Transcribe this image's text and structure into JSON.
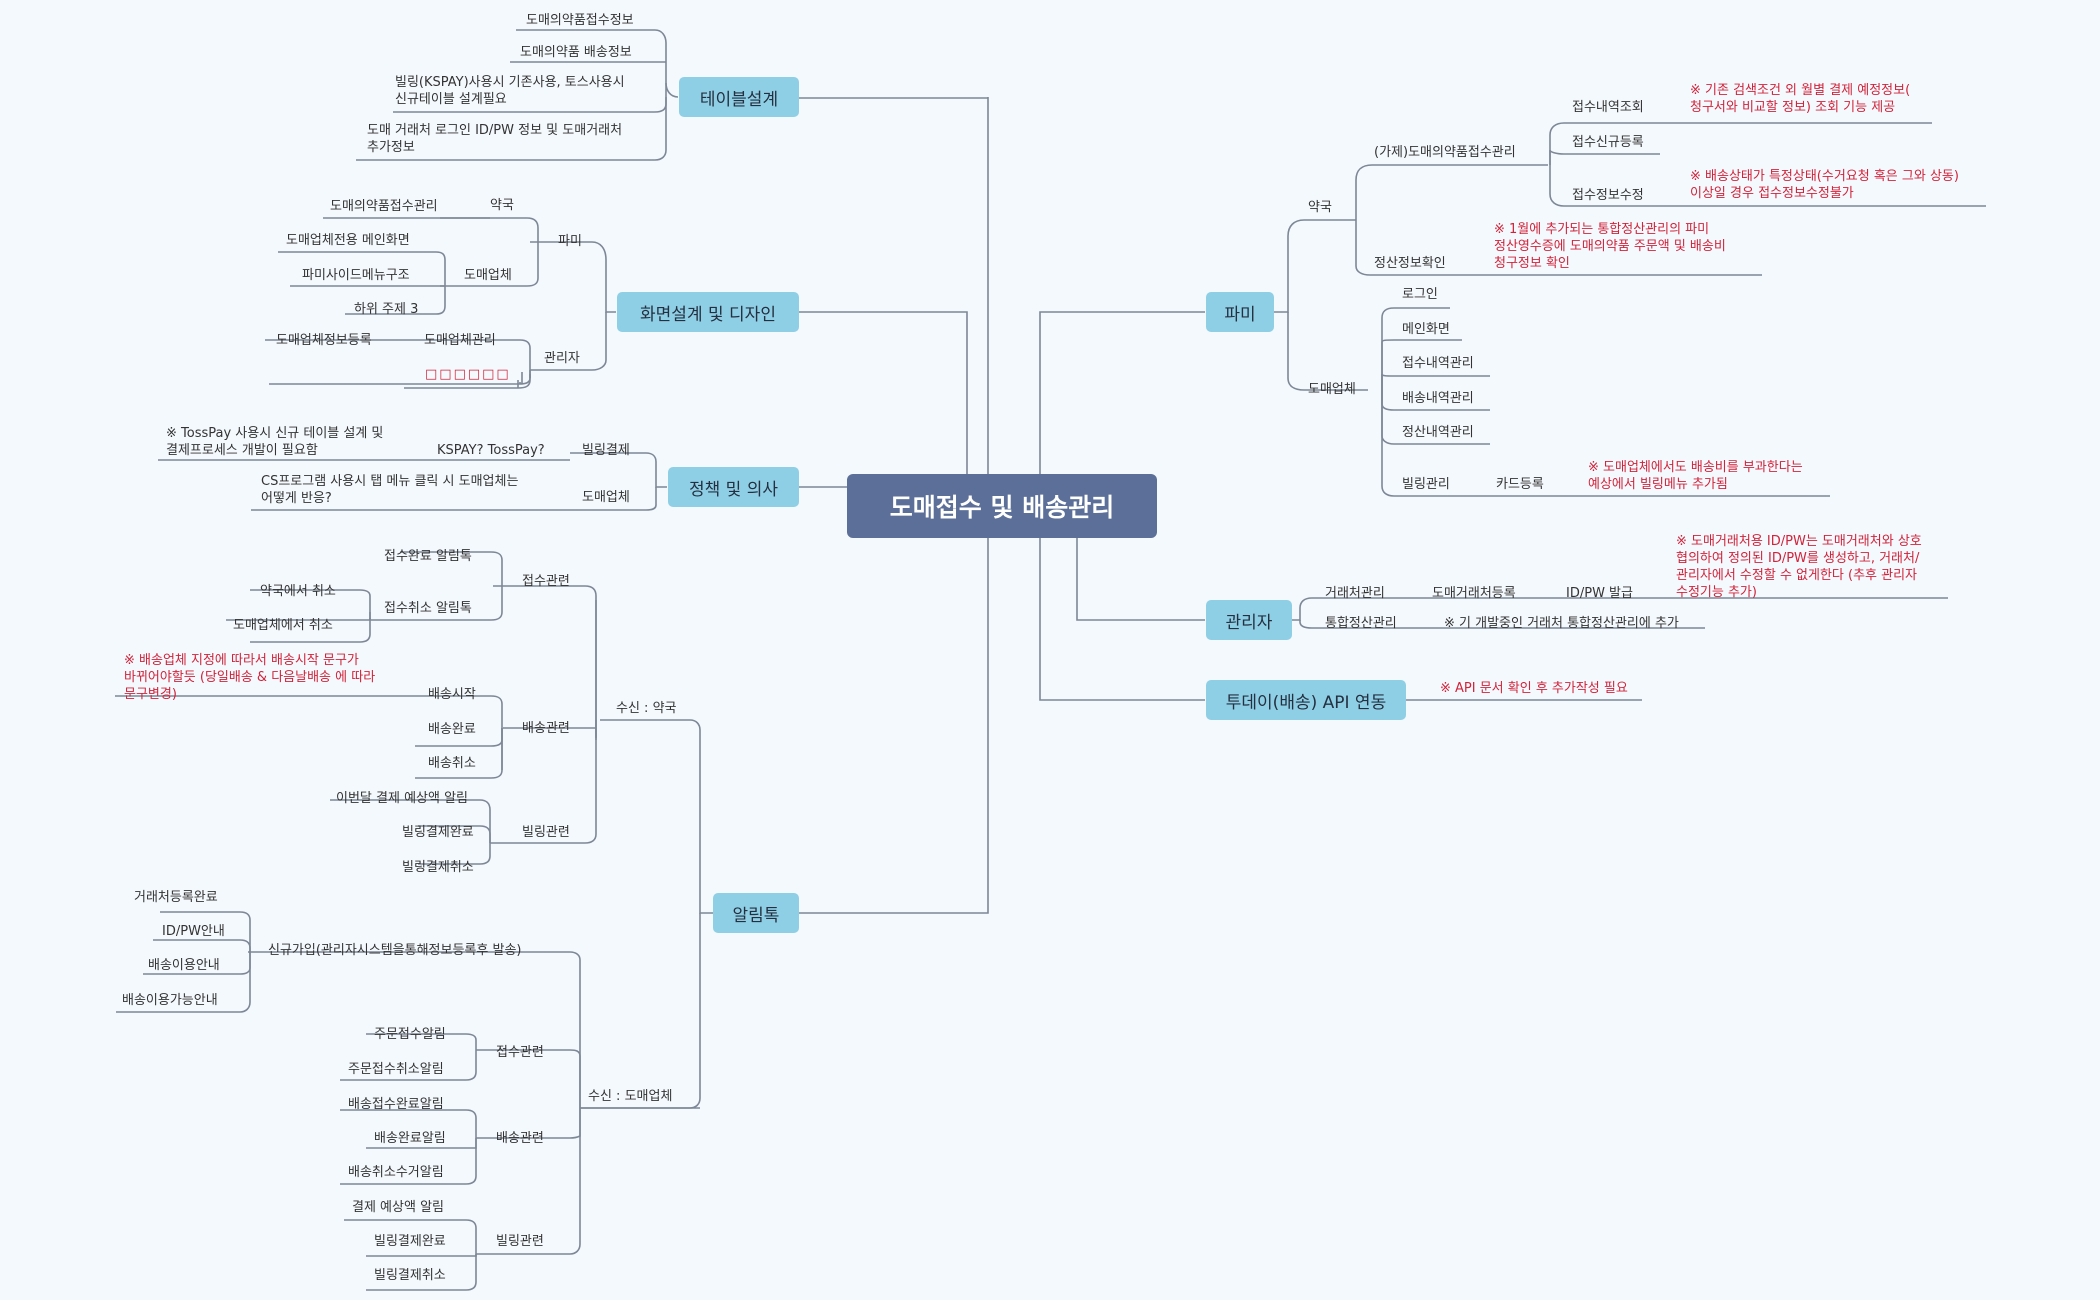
{
  "center": "도매접수 및 배송관리",
  "main": {
    "table": "테이블설계",
    "screen": "화면설계 및 디자인",
    "policy": "정책 및 의사",
    "alimtalk": "알림톡",
    "pharm": "파미",
    "admin": "관리자",
    "today": "투데이(배송) API 연동"
  },
  "table": {
    "t1": "도매의약품접수정보",
    "t2": "도매의약품 배송정보",
    "t3": "빌링(KSPAY)사용시 기존사용, 토스사용시\n신규테이블 설계필요",
    "t4": "도매 거래처 로그인 ID/PW 정보 및 도매거래처\n추가정보"
  },
  "screen": {
    "pharmi": "파미",
    "pharmacy": "약국",
    "pharmacy_rx": "도매의약품접수관리",
    "wholesaler": "도매업체",
    "ws_main": "도매업체전용 메인화면",
    "ws_menu": "파미사이드메뉴구조",
    "ws_sub": "하위 주제 3",
    "manager": "관리자",
    "mgr_ws": "도매업체관리",
    "mgr_ws_reg": "도매업체정보등록",
    "mgr_blank": "□□□□□□"
  },
  "policy": {
    "billing": "빌링결제",
    "kspay": "KSPAY? TossPay?",
    "toss_note": "※ TossPay 사용시 신규 테이블 설계 및\n결제프로세스 개발이 필요함",
    "ws": "도매업체",
    "cs": "CS프로그램 사용시 탭 메뉴 클릭 시 도매업체는\n어떻게 반응?"
  },
  "alim": {
    "recv_pharm": "수신 : 약국",
    "recv_ws": "수신 : 도매업체",
    "p_accept": "접수관련",
    "p_accept_done": "접수완료 알림톡",
    "p_accept_cancel": "접수취소 알림톡",
    "p_cancel_pharm": "약국에서 취소",
    "p_cancel_ws": "도매업체에서 취소",
    "p_ship": "배송관련",
    "p_ship_start": "배송시작",
    "p_ship_note": "※ 배송업체 지정에 따라서 배송시작 문구가\n바뀌어야할듯 (당일배송 & 다음날배송 에 따라\n문구변경)",
    "p_ship_done": "배송완료",
    "p_ship_cancel": "배송취소",
    "p_bill": "빌링관련",
    "p_bill_expect": "이번달 결제 예상액 알림",
    "p_bill_done": "빌링결제완료",
    "p_bill_cancel": "빌링결제취소",
    "w_signup": "신규가입(관리자시스템을통해정보등록후 발송)",
    "w_reg_done": "거래처등록완료",
    "w_idpw": "ID/PW안내",
    "w_use": "배송이용안내",
    "w_use_ok": "배송이용가능안내",
    "w_accept": "접수관련",
    "w_order": "주문접수알림",
    "w_order_cancel": "주문접수취소알림",
    "w_ship": "배송관련",
    "w_ship_accept": "배송접수완료알림",
    "w_ship_done": "배송완료알림",
    "w_ship_cancel": "배송취소수거알림",
    "w_bill": "빌링관련",
    "w_bill_expect": "결제 예상액 알림",
    "w_bill_done": "빌링결제완료",
    "w_bill_cancel": "빌링결제취소"
  },
  "pharm": {
    "pharmacy": "약국",
    "rx_mgmt": "(가제)도매의약품접수관리",
    "rx_lookup": "접수내역조회",
    "rx_lookup_note": "※ 기존 검색조건 외 월별 결제 예정정보(\n청구서와 비교할 정보) 조회 기능 제공",
    "rx_new": "접수신규등록",
    "rx_edit": "접수정보수정",
    "rx_edit_note": "※ 배송상태가 특정상태(수거요청 혹은 그와 상동)\n이상일 경우 접수정보수정불가",
    "settle": "정산정보확인",
    "settle_note": "※ 1월에 추가되는 통합정산관리의 파미\n정산영수증에 도매의약품 주문액 및 배송비\n청구정보 확인",
    "ws": "도매업체",
    "login": "로그인",
    "main_screen": "메인화면",
    "accept_hist": "접수내역관리",
    "ship_hist": "배송내역관리",
    "settle_hist": "정산내역관리",
    "billing": "빌링관리",
    "card": "카드등록",
    "card_note": "※ 도매업체에서도 배송비를 부과한다는\n예상에서 빌링메뉴 추가됨"
  },
  "admin": {
    "client": "거래처관리",
    "ws_reg": "도매거래처등록",
    "idpw": "ID/PW 발급",
    "idpw_note": "※ 도매거래처용 ID/PW는 도매거래처와 상호\n협의하여 정의된 ID/PW를 생성하고, 거래처/\n관리자에서 수정할 수 없게한다 (추후 관리자\n수정기능 추가)",
    "settle": "통합정산관리",
    "settle_note": "※ 기 개발중인 거래처 통합정산관리에 추가"
  },
  "today": {
    "note": "※ API 문서 확인 후 추가작성 필요"
  }
}
